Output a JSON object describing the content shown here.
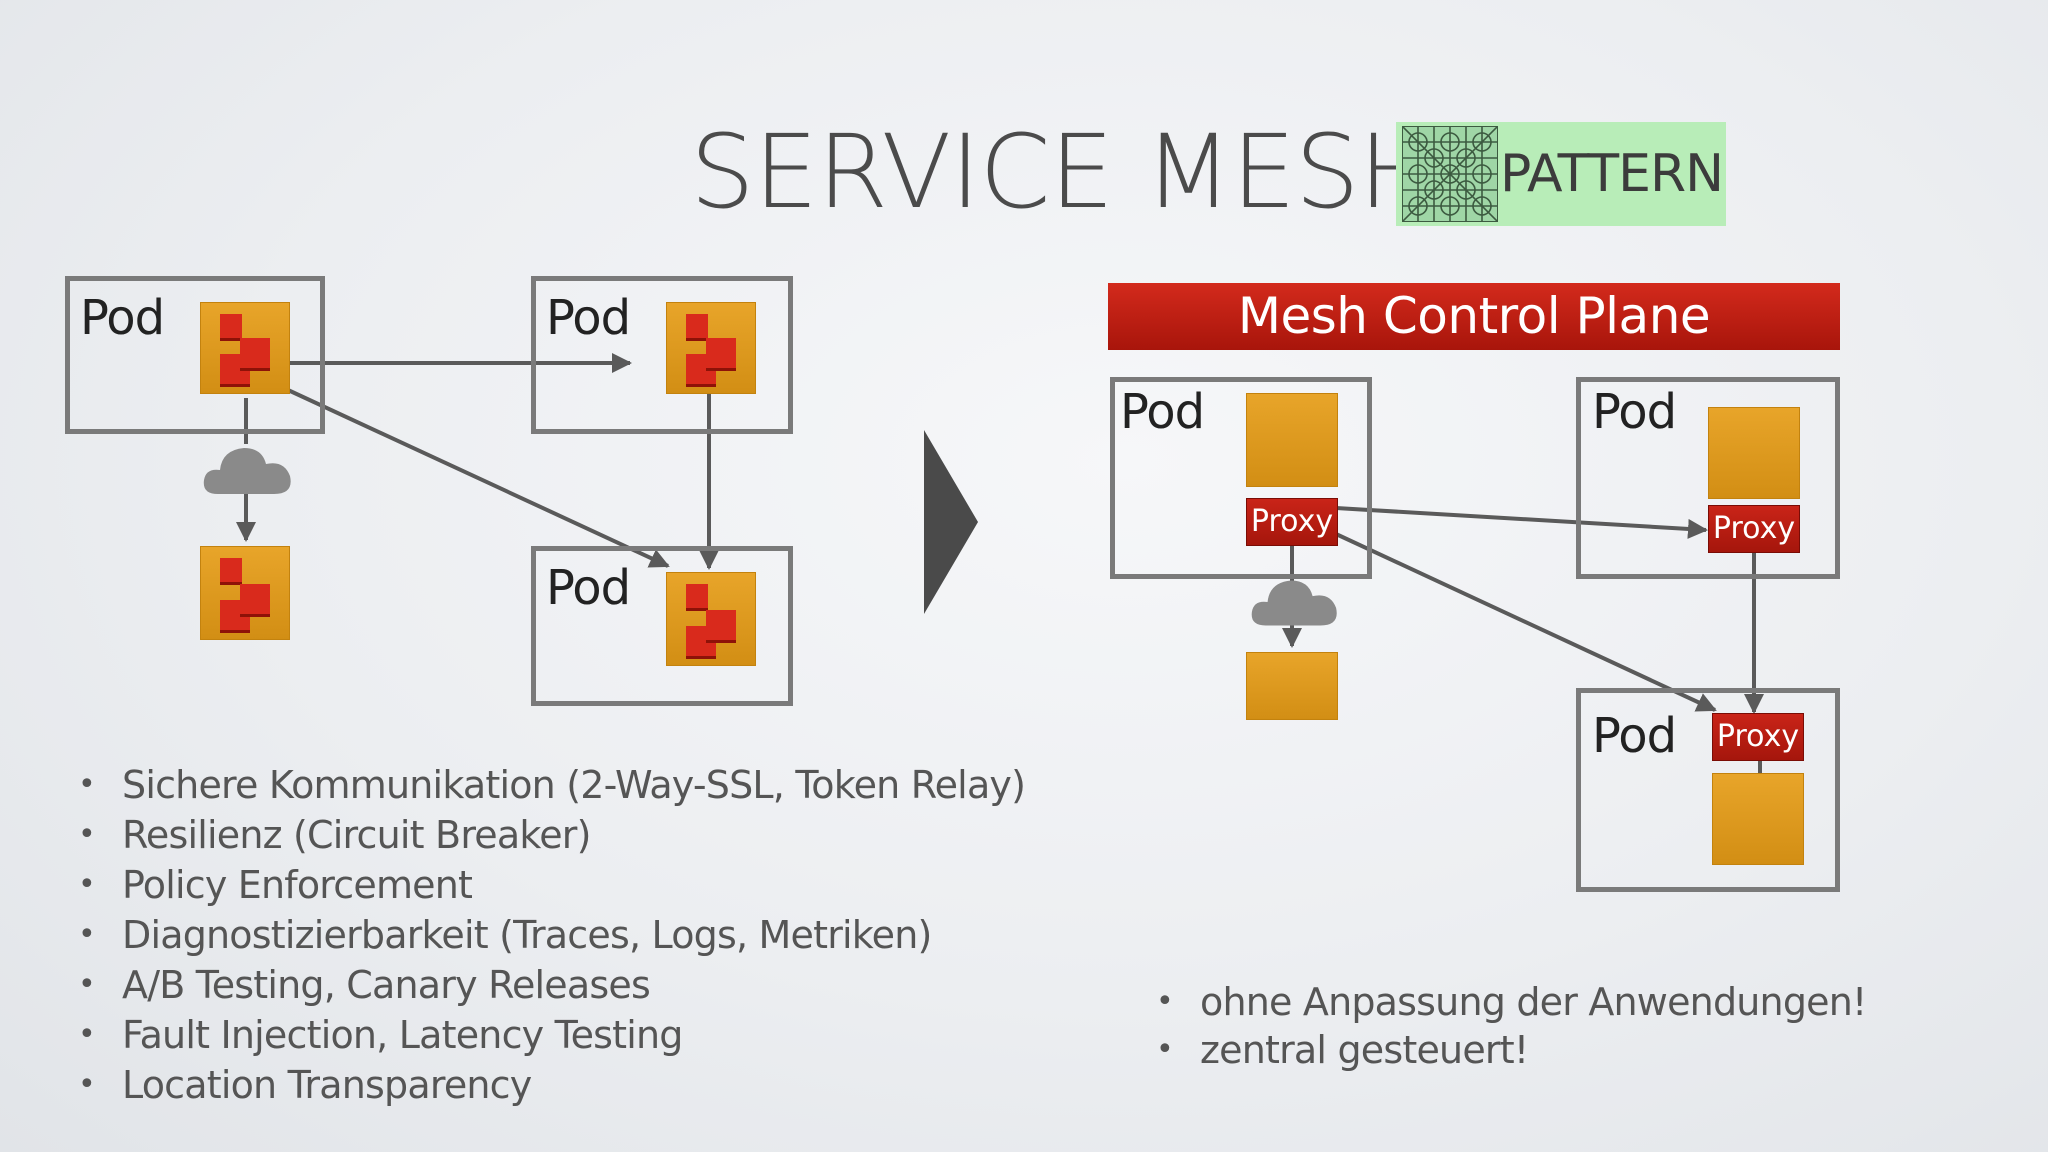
{
  "title": "SERVICE MESH",
  "pattern_badge": {
    "label": "PATTERN",
    "icon": "pattern-grid-icon"
  },
  "left_diagram": {
    "pods": [
      {
        "label": "Pod"
      },
      {
        "label": "Pod"
      },
      {
        "label": "Pod"
      }
    ],
    "cloud_icon": "cloud-icon"
  },
  "right_diagram": {
    "control_plane": "Mesh Control Plane",
    "pods": [
      {
        "label": "Pod",
        "proxy": "Proxy"
      },
      {
        "label": "Pod",
        "proxy": "Proxy"
      },
      {
        "label": "Pod",
        "proxy": "Proxy"
      }
    ],
    "cloud_icon": "cloud-icon"
  },
  "left_bullets": [
    "Sichere Kommunikation (2-Way-SSL, Token Relay)",
    "Resilienz (Circuit Breaker)",
    "Policy Enforcement",
    "Diagnostizierbarkeit (Traces, Logs, Metriken)",
    "A/B Testing, Canary Releases",
    "Fault Injection, Latency Testing",
    "Location Transparency"
  ],
  "right_bullets": [
    "ohne Anpassung der Anwendungen!",
    "zentral gesteuert!"
  ],
  "colors": {
    "accent_red": "#c0231a",
    "app_orange": "#e0a020",
    "pattern_green": "#b8edb8",
    "pod_border": "#7a7a7a"
  }
}
